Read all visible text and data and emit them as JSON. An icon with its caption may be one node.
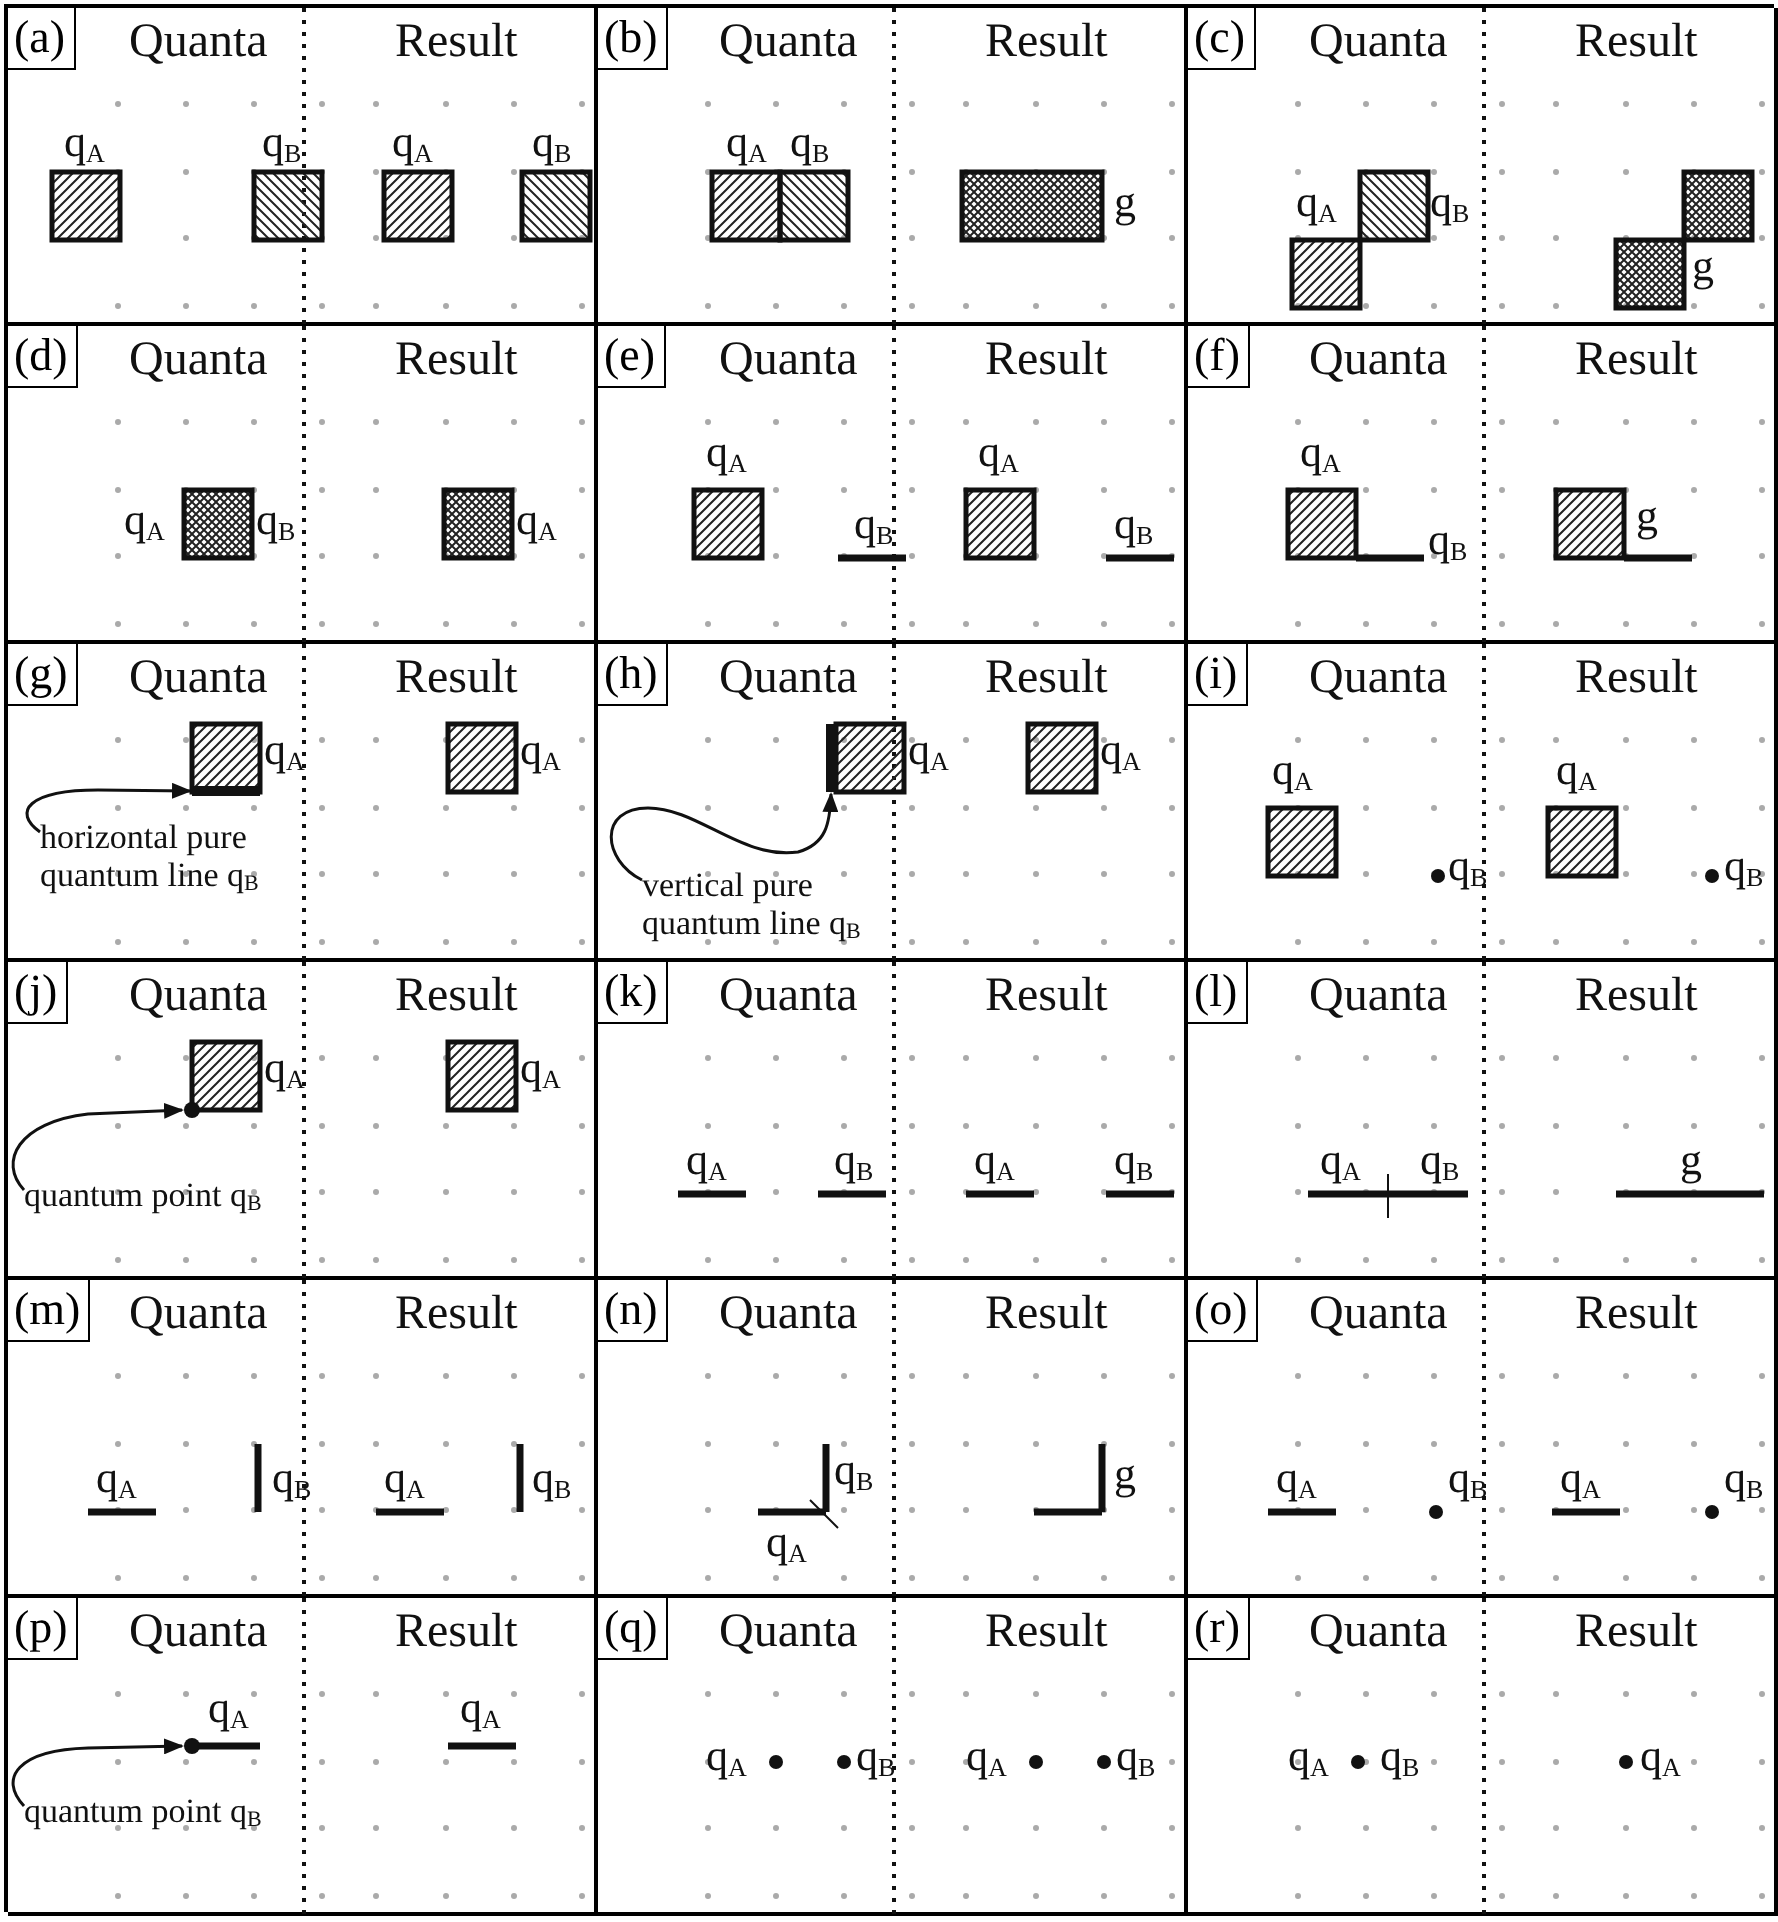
{
  "diagram": {
    "nodes": [
      {
        "text": [
          "(a)"
        ]
      },
      {
        "text": [
          "(b)"
        ]
      },
      {
        "text": [
          "(c)"
        ]
      },
      {
        "text": [
          "(d)"
        ]
      },
      {
        "text": [
          "(e)"
        ]
      },
      {
        "text": [
          "(f)"
        ]
      },
      {
        "text": [
          "(g)"
        ]
      },
      {
        "text": [
          "(h)"
        ]
      },
      {
        "text": [
          "(i)"
        ]
      },
      {
        "text": [
          "(j)"
        ]
      },
      {
        "text": [
          "(k)"
        ]
      },
      {
        "text": [
          "(l)"
        ]
      },
      {
        "text": [
          "(m)"
        ]
      },
      {
        "text": [
          "(n)"
        ]
      },
      {
        "text": [
          "(o)"
        ]
      },
      {
        "text": [
          "(p)"
        ]
      },
      {
        "text": [
          "(q)"
        ]
      },
      {
        "text": [
          "(r)"
        ]
      },
      {
        "text": [
          "horizontal pure quantum line q$_{B}$"
        ]
      },
      {
        "text": [],
        "shape": "bar"
      },
      {
        "text": [
          "vertical pure quantum line q$_{B}$"
        ]
      },
      {
        "text": [],
        "shape": "bar"
      },
      {
        "text": [
          "quantum point q$_{B}$"
        ]
      },
      {
        "text": [],
        "shape": "circle"
      },
      {
        "text": [
          "quantum point q$_{B}$"
        ]
      },
      {
        "text": [],
        "shape": "circle"
      }
    ],
    "edges": [
      {
        "from": 18,
        "to": 19,
        "arrow": "to"
      },
      {
        "from": 20,
        "to": 21,
        "arrow": "to"
      },
      {
        "from": 22,
        "to": 23,
        "arrow": "to"
      },
      {
        "from": 24,
        "to": 25,
        "arrow": "to"
      }
    ],
    "labels": [
      "Quanta",
      "Result",
      "q$_{A}$",
      "q$_{B}$",
      "q$_{A}$",
      "q$_{B}$",
      "Quanta",
      "Result",
      "q$_{A}$",
      "q$_{B}$",
      "g",
      "Quanta",
      "Result",
      "q$_{A}$",
      "q$_{B}$",
      "g",
      "Quanta",
      "Result",
      "q$_{A}$",
      "q$_{B}$",
      "q$_{A}$",
      "Quanta",
      "Result",
      "q$_{A}$",
      "q$_{B}$",
      "q$_{A}$",
      "q$_{B}$",
      "Quanta",
      "Result",
      "q$_{A}$",
      "q$_{B}$",
      "g",
      "Quanta",
      "Result",
      "q$_{A}$",
      "q$_{A}$",
      "Quanta",
      "Result",
      "q$_{A}$",
      "q$_{A}$",
      "Quanta",
      "Result",
      "q$_{A}$",
      "q$_{B}$",
      "q$_{A}$",
      "q$_{B}$",
      "Quanta",
      "Result",
      "q$_{A}$",
      "q$_{A}$",
      "Quanta",
      "Result",
      "q$_{A}$",
      "q$_{B}$",
      "q$_{A}$",
      "q$_{B}$",
      "Quanta",
      "Result",
      "q$_{A}$",
      "q$_{B}$",
      "g",
      "Quanta",
      "Result",
      "q$_{A}$",
      "q$_{B}$",
      "q$_{A}$",
      "q$_{B}$",
      "Quanta",
      "Result",
      "q$_{B}$",
      "q$_{A}$",
      "g",
      "Quanta",
      "Result",
      "q$_{A}$",
      "q$_{B}$",
      "q$_{A}$",
      "q$_{B}$",
      "Quanta",
      "Result",
      "q$_{A}$",
      "q$_{A}$",
      "Quanta",
      "Result",
      "q$_{A}$",
      "q$_{B}$",
      "q$_{A}$",
      "q$_{B}$",
      "Quanta",
      "Result",
      "q$_{A}$",
      "q$_{B}$",
      "q$_{A}$"
    ]
  }
}
